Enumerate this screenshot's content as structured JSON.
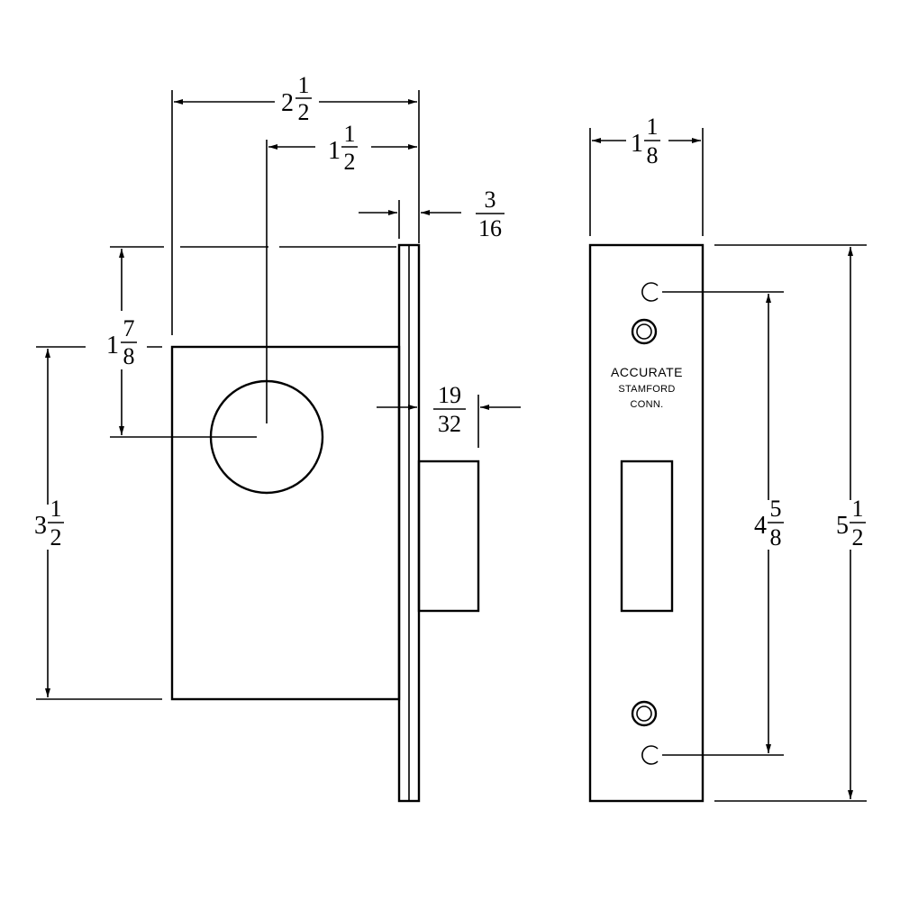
{
  "dimensions": {
    "overall_depth": {
      "whole": "2",
      "num": "1",
      "den": "2"
    },
    "backset": {
      "whole": "1",
      "num": "1",
      "den": "2"
    },
    "faceplate_thickness": {
      "num": "3",
      "den": "16"
    },
    "top_to_hub": {
      "whole": "1",
      "num": "7",
      "den": "8"
    },
    "case_height": {
      "whole": "3",
      "num": "1",
      "den": "2"
    },
    "bolt_throw": {
      "num": "19",
      "den": "32"
    },
    "faceplate_width": {
      "whole": "1",
      "num": "1",
      "den": "8"
    },
    "screw_hole_centers": {
      "whole": "4",
      "num": "5",
      "den": "8"
    },
    "faceplate_height": {
      "whole": "5",
      "num": "1",
      "den": "2"
    }
  },
  "faceplate_marking": {
    "line1": "ACCURATE",
    "line2": "STAMFORD",
    "line3": "CONN."
  }
}
